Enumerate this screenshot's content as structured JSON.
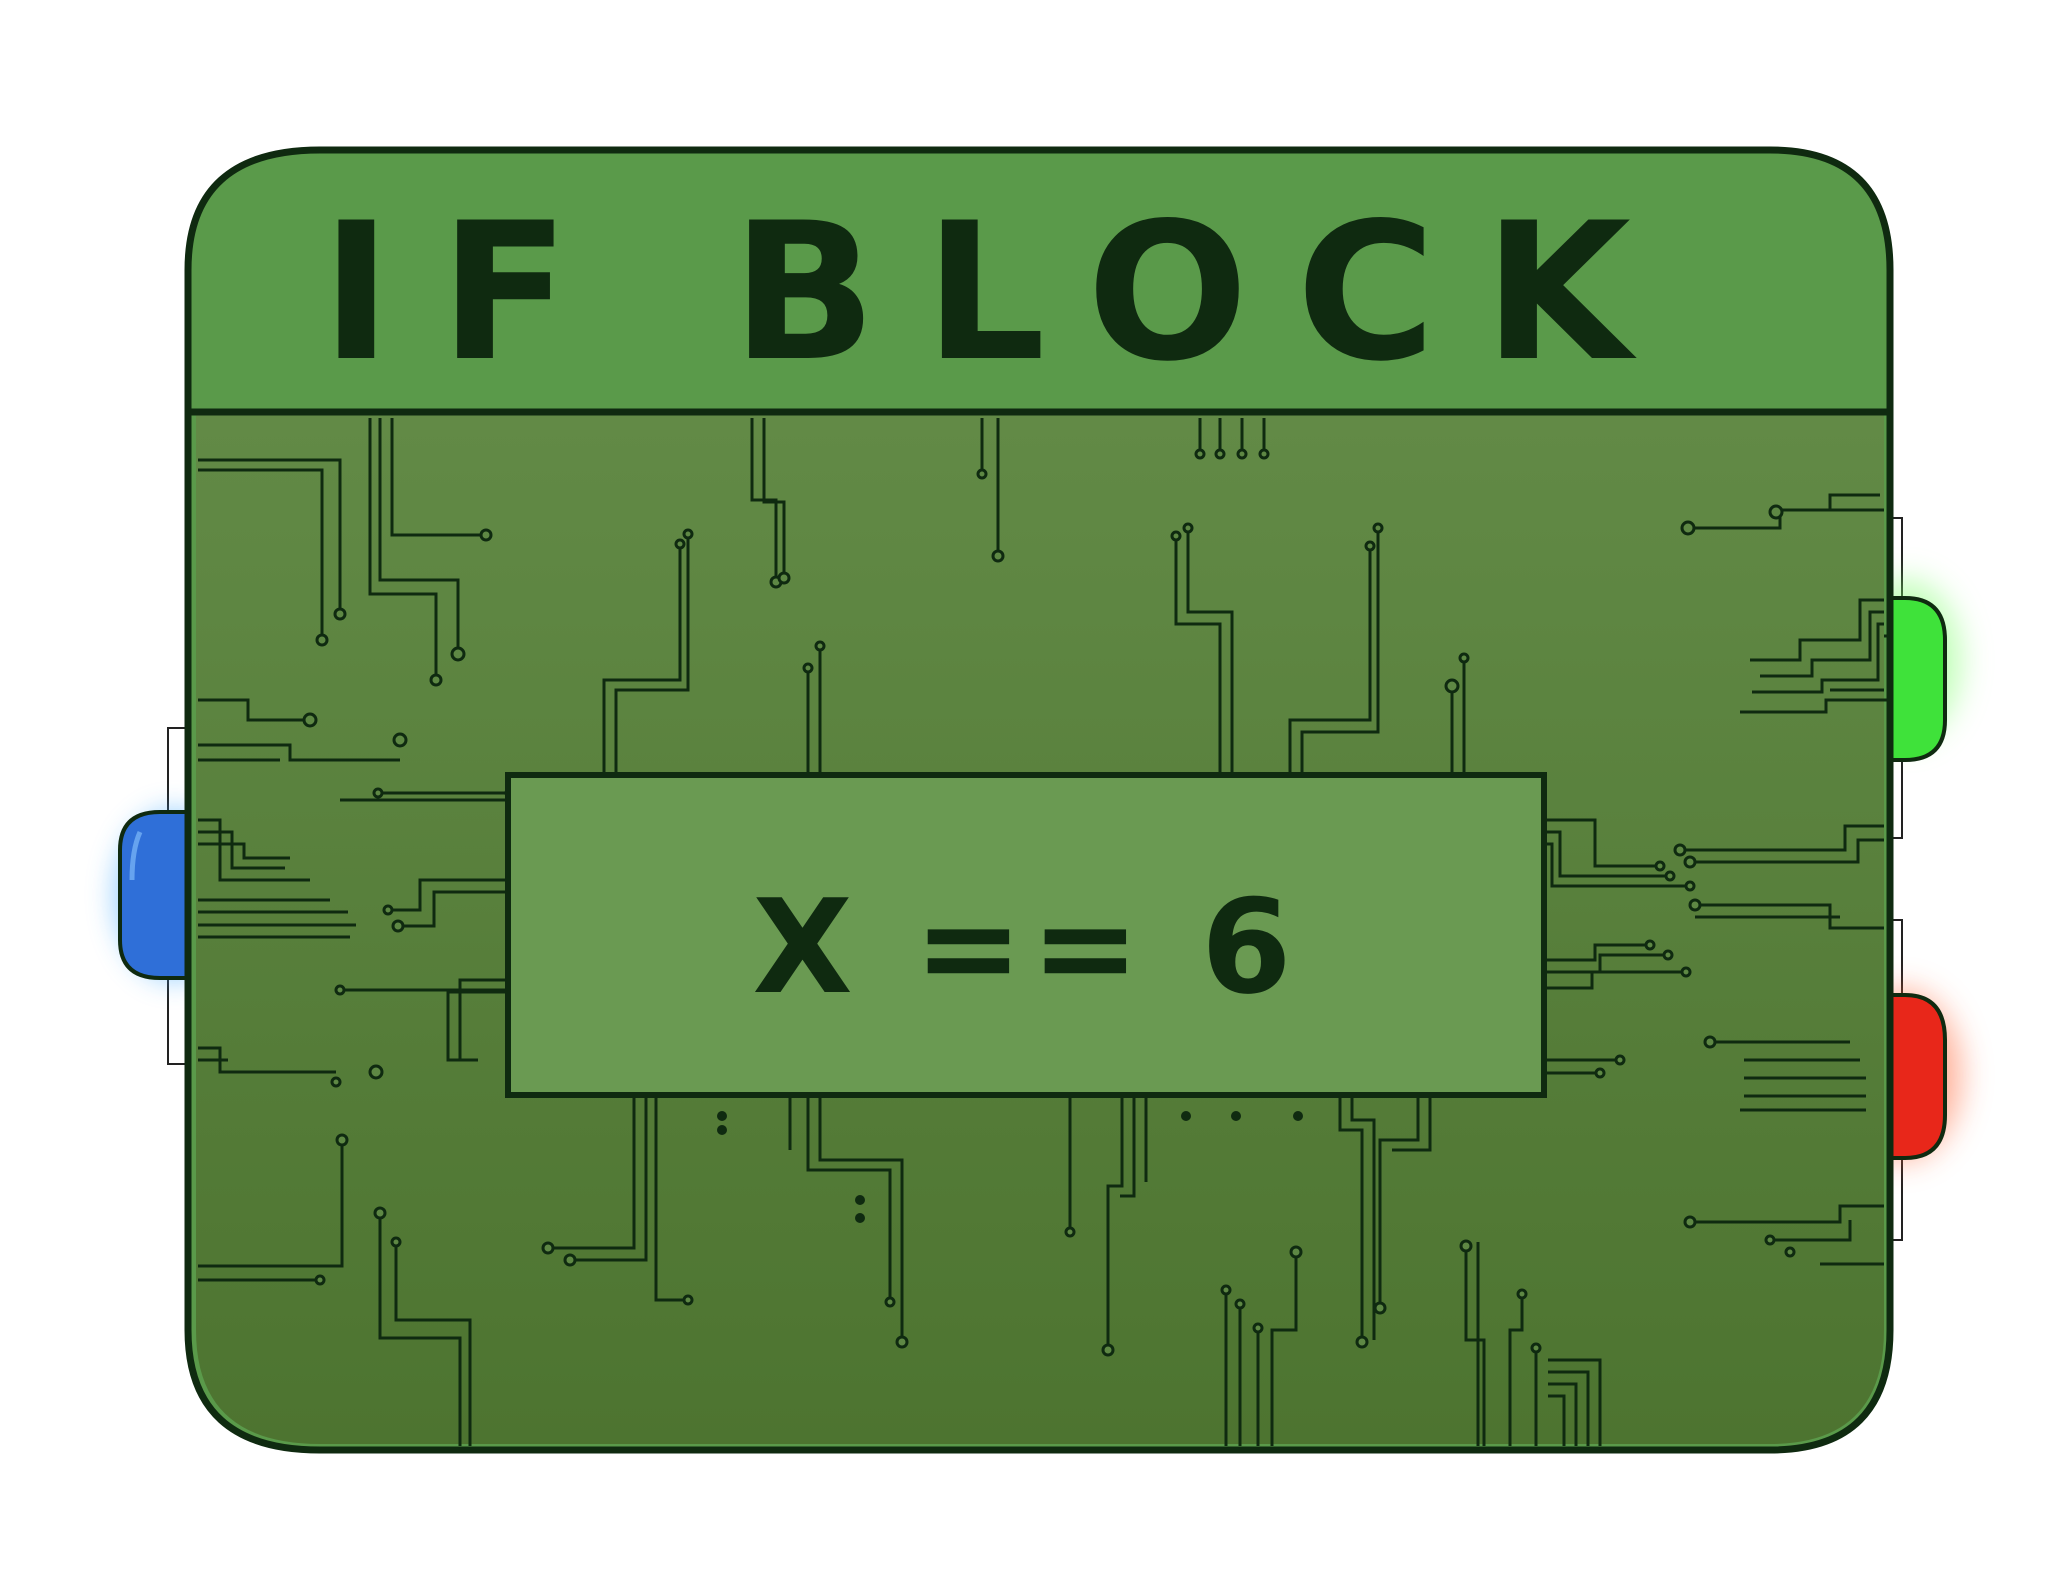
{
  "block": {
    "title": "IF BLOCK",
    "condition": "X == 6"
  },
  "connectors": {
    "input": {
      "name": "input-port",
      "color": "#2f6fd8",
      "glow": "#3fa9ff"
    },
    "true_output": {
      "name": "true-output-port",
      "color": "#3fe23a",
      "glow": "#7dff6a"
    },
    "false_output": {
      "name": "false-output-port",
      "color": "#e8271a",
      "glow": "#ff6a3d"
    }
  },
  "colors": {
    "header": "#5a9a4a",
    "board": "#5e8844",
    "board_dark": "#4f7436",
    "chip": "#6a9a52",
    "ink": "#0f2a10"
  }
}
